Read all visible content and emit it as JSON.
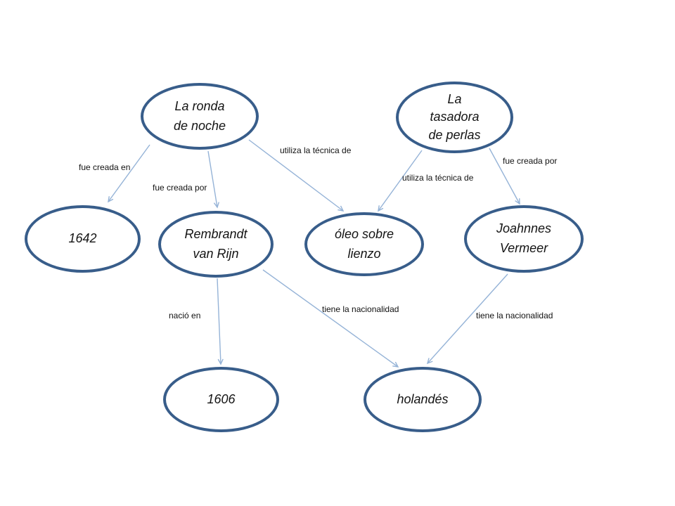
{
  "diagram": {
    "title": "concept map of paintings",
    "colors": {
      "background": "#ffffff",
      "node_border": "#385d8a",
      "arrow": "#95b3d7",
      "text": "#141414"
    },
    "nodes": [
      {
        "id": "la-ronda-de-noche",
        "label": "La ronda\nde noche"
      },
      {
        "id": "la-tasadora-de-perlas",
        "label": "La\ntasadora\nde perlas"
      },
      {
        "id": "1642",
        "label": "1642"
      },
      {
        "id": "rembrandt-van-rijn",
        "label": "Rembrandt\nvan Rijn"
      },
      {
        "id": "oleo-sobre-lienzo",
        "label": "óleo sobre\nlienzo"
      },
      {
        "id": "joahnnes-vermeer",
        "label": "Joahnnes\nVermeer"
      },
      {
        "id": "1606",
        "label": "1606"
      },
      {
        "id": "holandes",
        "label": "holandés"
      }
    ],
    "edges": [
      {
        "from": "la-ronda-de-noche",
        "to": "1642",
        "label": "fue creada en"
      },
      {
        "from": "la-ronda-de-noche",
        "to": "rembrandt-van-rijn",
        "label": "fue creada por"
      },
      {
        "from": "la-ronda-de-noche",
        "to": "oleo-sobre-lienzo",
        "label": "utiliza la técnica de"
      },
      {
        "from": "la-tasadora-de-perlas",
        "to": "oleo-sobre-lienzo",
        "label": "utiliza la técnica de"
      },
      {
        "from": "la-tasadora-de-perlas",
        "to": "joahnnes-vermeer",
        "label": "fue creada por"
      },
      {
        "from": "rembrandt-van-rijn",
        "to": "1606",
        "label": "nació en"
      },
      {
        "from": "rembrandt-van-rijn",
        "to": "holandes",
        "label": "tiene la nacionalidad"
      },
      {
        "from": "joahnnes-vermeer",
        "to": "holandes",
        "label": "tiene la nacionalidad"
      }
    ]
  }
}
